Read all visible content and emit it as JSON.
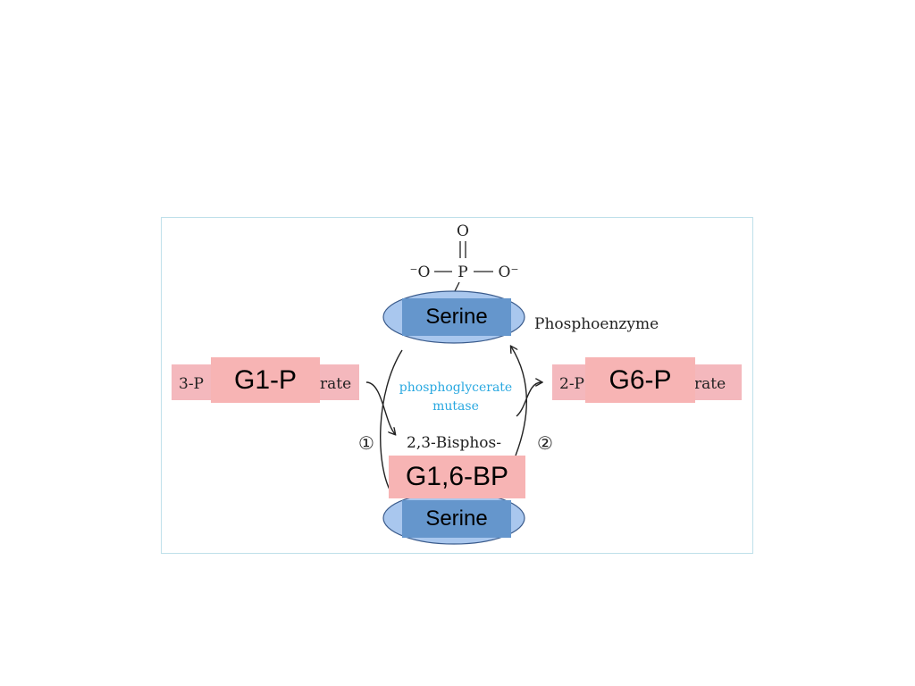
{
  "phosphate": {
    "o_top": "O",
    "o_left": "⁻O",
    "p": "P",
    "o_right": "O⁻"
  },
  "enzyme": {
    "label": "Phosphoenzyme",
    "serine_top": "Serine",
    "serine_bottom": "Serine"
  },
  "substrate_left": {
    "under_text_start": "3-P",
    "under_text_end": "rate",
    "overlay": "G1-P"
  },
  "substrate_right": {
    "under_text_start": "2-P",
    "under_text_end": "rate",
    "overlay": "G6-P"
  },
  "catalyst": {
    "line1": "phosphoglycerate",
    "line2": "mutase"
  },
  "intermediate": {
    "line1": "2,3-Bisphos-",
    "overlay": "G1,6-BP"
  },
  "steps": {
    "step1": "①",
    "step2": "②"
  },
  "colors": {
    "enzyme_fill": "#a9c7ee",
    "serine_box": "#6596cc",
    "overlay_pink": "#f7b4b4",
    "underlay_pink": "#f4b8bd",
    "catalyst_text": "#29a8e0"
  }
}
